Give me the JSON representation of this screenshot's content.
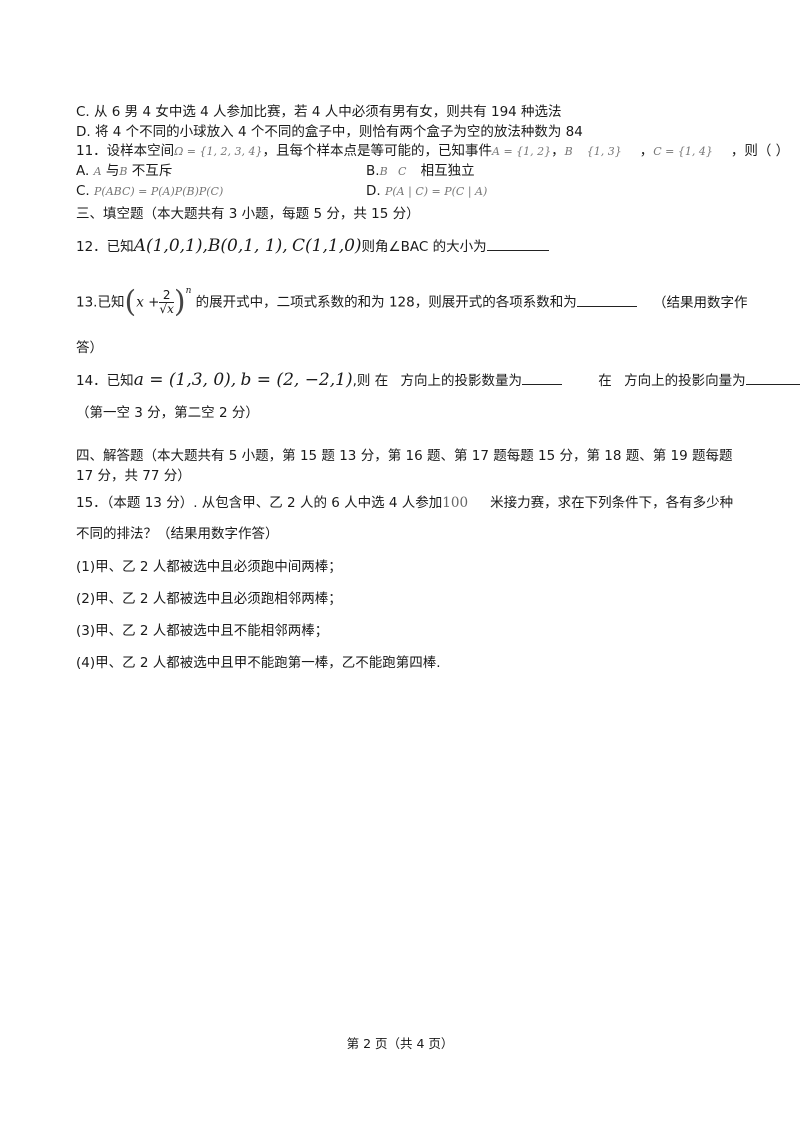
{
  "q10": {
    "c": "C. 从 6 男 4 女中选 4 人参加比赛，若 4 人中必须有男有女，则共有 194 种选法",
    "d": "D. 将 4 个不同的小球放入 4 个不同的盒子中，则恰有两个盒子为空的放法种数为 84"
  },
  "q11": {
    "stem_a": "11．设样本空间",
    "omega": "Ω = {1, 2, 3, 4}",
    "stem_b": "，且每个样本点是等可能的，已知事件",
    "eventA": "A = {1, 2}",
    "sep1": "，",
    "eventB": "B    {1, 3}",
    "sep2": "，",
    "eventC": "C = {1, 4}",
    "stem_end": "，则（    ）",
    "optA_label": "A.",
    "optA_m1": "A",
    "optA_t1": "与",
    "optA_m2": "B",
    "optA_t2": "不互斥",
    "optB_label": "B.",
    "optB_m1": "B",
    "optB_m2": "C",
    "optB_t": "相互独立",
    "optC_label": "C.",
    "optC_m": "P(ABC) = P(A)P(B)P(C)",
    "optD_label": "D.",
    "optD_m": "P(A | C) = P(C | A)"
  },
  "sec3": {
    "title": "三、填空题（本大题共有 3 小题，每题 5 分，共 15 分）"
  },
  "q12": {
    "pre": "12．已知",
    "ptA": "A(1,0,1)",
    "ptB": ",B(0,1, 1),",
    "ptC": "C(1,1,0)",
    "post": "则角∠BAC 的大小为"
  },
  "q13": {
    "pre": "13.已知",
    "x": "x +",
    "num": "2",
    "den": "√x",
    "exp": "n",
    "post": "的展开式中，二项式系数的和为 128，则展开式的各项系数和为",
    "note": "（结果用数字作",
    "note2": "答）"
  },
  "q14": {
    "pre": "14．已知",
    "veca": "a = (1,3, 0),",
    "vecb": "b = (2, −2,1)",
    "t1": ",则",
    "t2": "在",
    "t3": "方向上的投影数量为",
    "t4": "在",
    "t5": "方向上的投影向量为",
    "note": "（第一空 3 分，第二空 2 分）"
  },
  "sec4": {
    "line1": "四、解答题（本大题共有 5 小题，第 15 题 13 分，第 16 题、第 17 题每题 15 分，第 18 题、第 19 题每题",
    "line2": "17 分，共 77 分）"
  },
  "q15": {
    "pre": "15．（本题 13 分）. 从包含甲、乙 2 人的 6 人中选 4 人参加",
    "num100": "100",
    "post": "米接力赛，求在下列条件下，各有多少种",
    "line2": "不同的排法？（结果用数字作答）",
    "p1": "(1)甲、乙 2 人都被选中且必须跑中间两棒；",
    "p2": "(2)甲、乙 2 人都被选中且必须跑相邻两棒；",
    "p3": "(3)甲、乙 2 人都被选中且不能相邻两棒；",
    "p4": "(4)甲、乙 2 人都被选中且甲不能跑第一棒，乙不能跑第四棒."
  },
  "footer": {
    "text": "第 2 页（共 4 页）"
  }
}
